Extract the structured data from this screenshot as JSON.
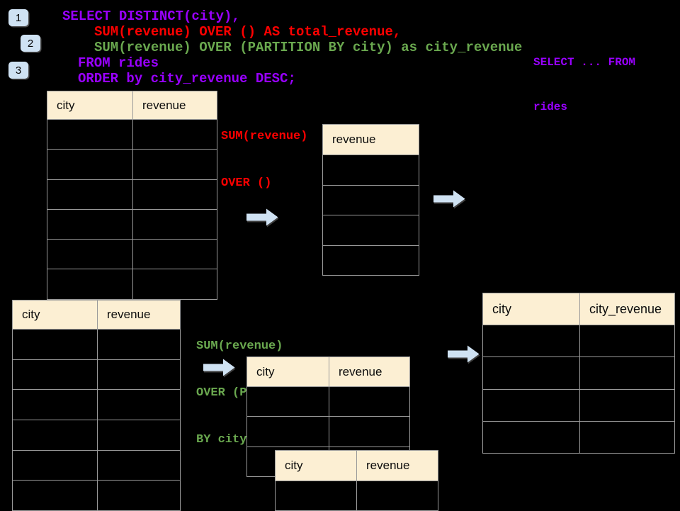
{
  "colors": {
    "background": "#000000",
    "sql_purple": "#9900FF",
    "sql_red": "#FF0000",
    "sql_green": "#6AA84F",
    "badge_blue": "#CFE2F3",
    "arrow_blue": "#CFE2F3",
    "table_header_bg": "#FCEFD3",
    "grid_line": "#9A9A9A"
  },
  "icons": {
    "arrow_right": "block-arrow-right"
  },
  "badges": [
    "1",
    "2",
    "3"
  ],
  "code": {
    "lines": [
      {
        "text": "SELECT DISTINCT(city),",
        "color": "purple"
      },
      {
        "text": "SUM(revenue) OVER () AS total_revenue,",
        "color": "red"
      },
      {
        "text": "SUM(revenue) OVER (PARTITION BY city) as city_revenue",
        "color": "green"
      },
      {
        "text": "FROM rides",
        "color": "purple"
      },
      {
        "text": "ORDER by city_revenue DESC;",
        "color": "purple"
      }
    ]
  },
  "corner_note": {
    "lines": [
      "SELECT ... FROM",
      "rides"
    ]
  },
  "labels": {
    "total": {
      "lines": [
        "SUM(revenue)",
        "OVER ()"
      ]
    },
    "partition": {
      "lines": [
        "SUM(revenue)",
        "OVER (PARTITION",
        "BY city)"
      ]
    }
  },
  "tables": [
    {
      "name": "source-table-top",
      "columns": [
        "city",
        "revenue"
      ],
      "rows": 6
    },
    {
      "name": "total-revenue-table",
      "columns": [
        "revenue"
      ],
      "rows": 4
    },
    {
      "name": "source-table-bottom",
      "columns": [
        "city",
        "revenue"
      ],
      "rows": 6
    },
    {
      "name": "partition-table-mid",
      "columns": [
        "city",
        "revenue"
      ],
      "rows": 3
    },
    {
      "name": "partition-table-overlap",
      "columns": [
        "city",
        "revenue"
      ],
      "rows": 1
    },
    {
      "name": "city-revenue-result-table",
      "columns": [
        "city",
        "city_revenue"
      ],
      "rows": 4
    }
  ]
}
